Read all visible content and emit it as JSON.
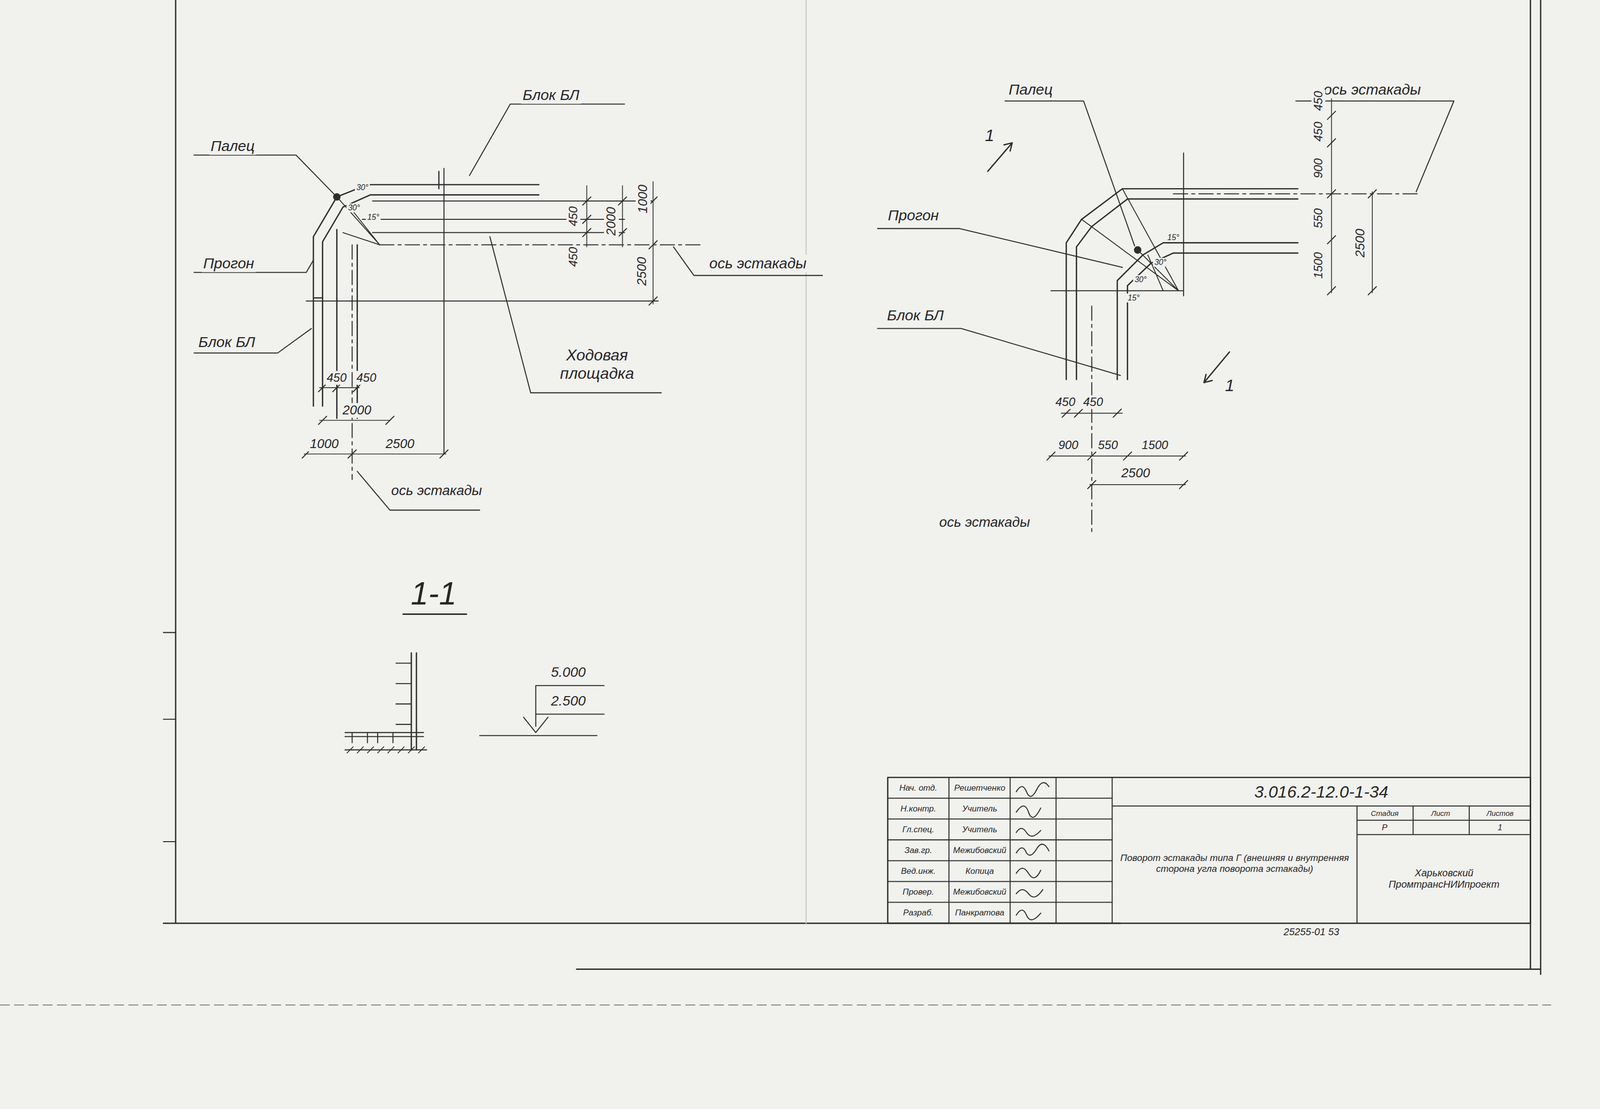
{
  "diagram": {
    "labels": [
      "Блок БЛ",
      "Палец",
      "Прогон",
      "Блок БЛ",
      "Ходовая площадка",
      "ось эстакады",
      "ось эстакады",
      "450",
      "450",
      "2000",
      "1000",
      "2500",
      "450",
      "450",
      "2000",
      "1000",
      "2500",
      "30°",
      "30°",
      "15°",
      "1-1",
      "5.000",
      "2.500",
      "Палец",
      "ось эстакады",
      "Прогон",
      "Блок БЛ",
      "ось эстакады",
      "1",
      "1",
      "450",
      "450",
      "900",
      "550",
      "1500",
      "2500",
      "450",
      "450",
      "900",
      "550",
      "1500",
      "2500",
      "30°",
      "15°",
      "30°",
      "15°",
      "Нач. отд.",
      "Решетченко",
      "Н.контр.",
      "Учитель",
      "Гл.спец.",
      "Учитель",
      "Зав.гр.",
      "Межибовский",
      "Вед.инж.",
      "Копица",
      "Провер.",
      "Межибовский",
      "Разраб.",
      "Панкратова",
      "3.016.2-12.0-1-34",
      "Поворот эстакады типа Г (внешняя и внутренняя сторона угла поворота эстакады)",
      "Стадия",
      "Лист",
      "Листов",
      "Р",
      "1",
      "Харьковский ПромтрансНИИпроект",
      "25255-01 53"
    ]
  }
}
